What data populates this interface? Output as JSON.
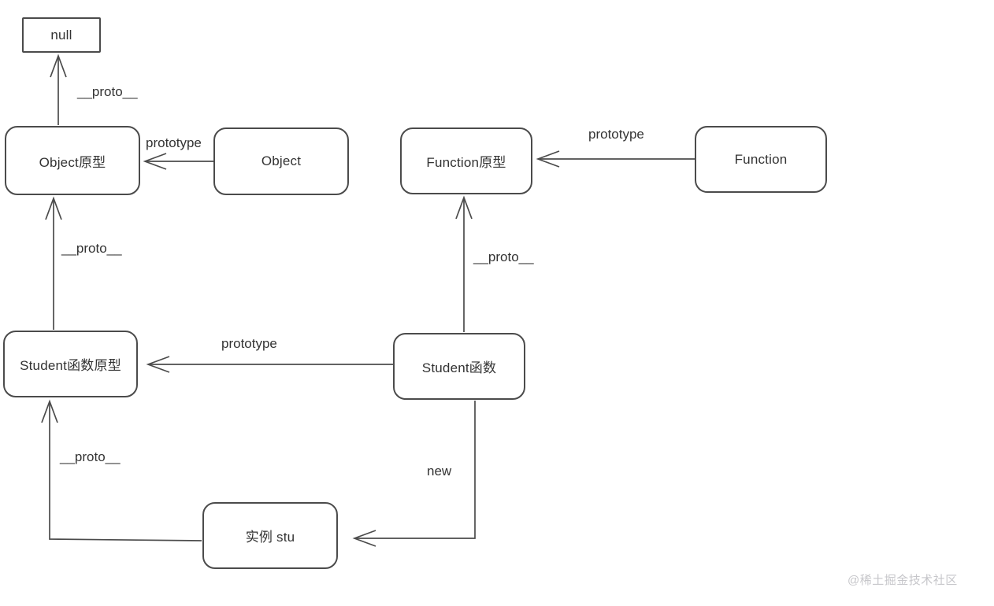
{
  "nodes": {
    "null_node": {
      "label": "null"
    },
    "object_prototype": {
      "label": "Object原型"
    },
    "object": {
      "label": "Object"
    },
    "function_prototype": {
      "label": "Function原型"
    },
    "function": {
      "label": "Function"
    },
    "student_prototype": {
      "label": "Student函数原型"
    },
    "student": {
      "label": "Student函数"
    },
    "stu_instance": {
      "label": "实例 stu"
    }
  },
  "edge_labels": {
    "objectproto_to_null": "__proto__",
    "object_to_objectproto": "prototype",
    "function_to_functionproto": "prototype",
    "studentproto_to_objectproto": "__proto__",
    "student_to_functionproto": "__proto__",
    "student_to_studentproto": "prototype",
    "student_new_stu": "new",
    "stu_to_studentproto": "__proto__"
  },
  "watermark": "@稀土掘金技术社区",
  "colors": {
    "stroke": "#4b4b4b",
    "text": "#333333",
    "watermark": "#c6c6ca",
    "background": "#ffffff"
  }
}
